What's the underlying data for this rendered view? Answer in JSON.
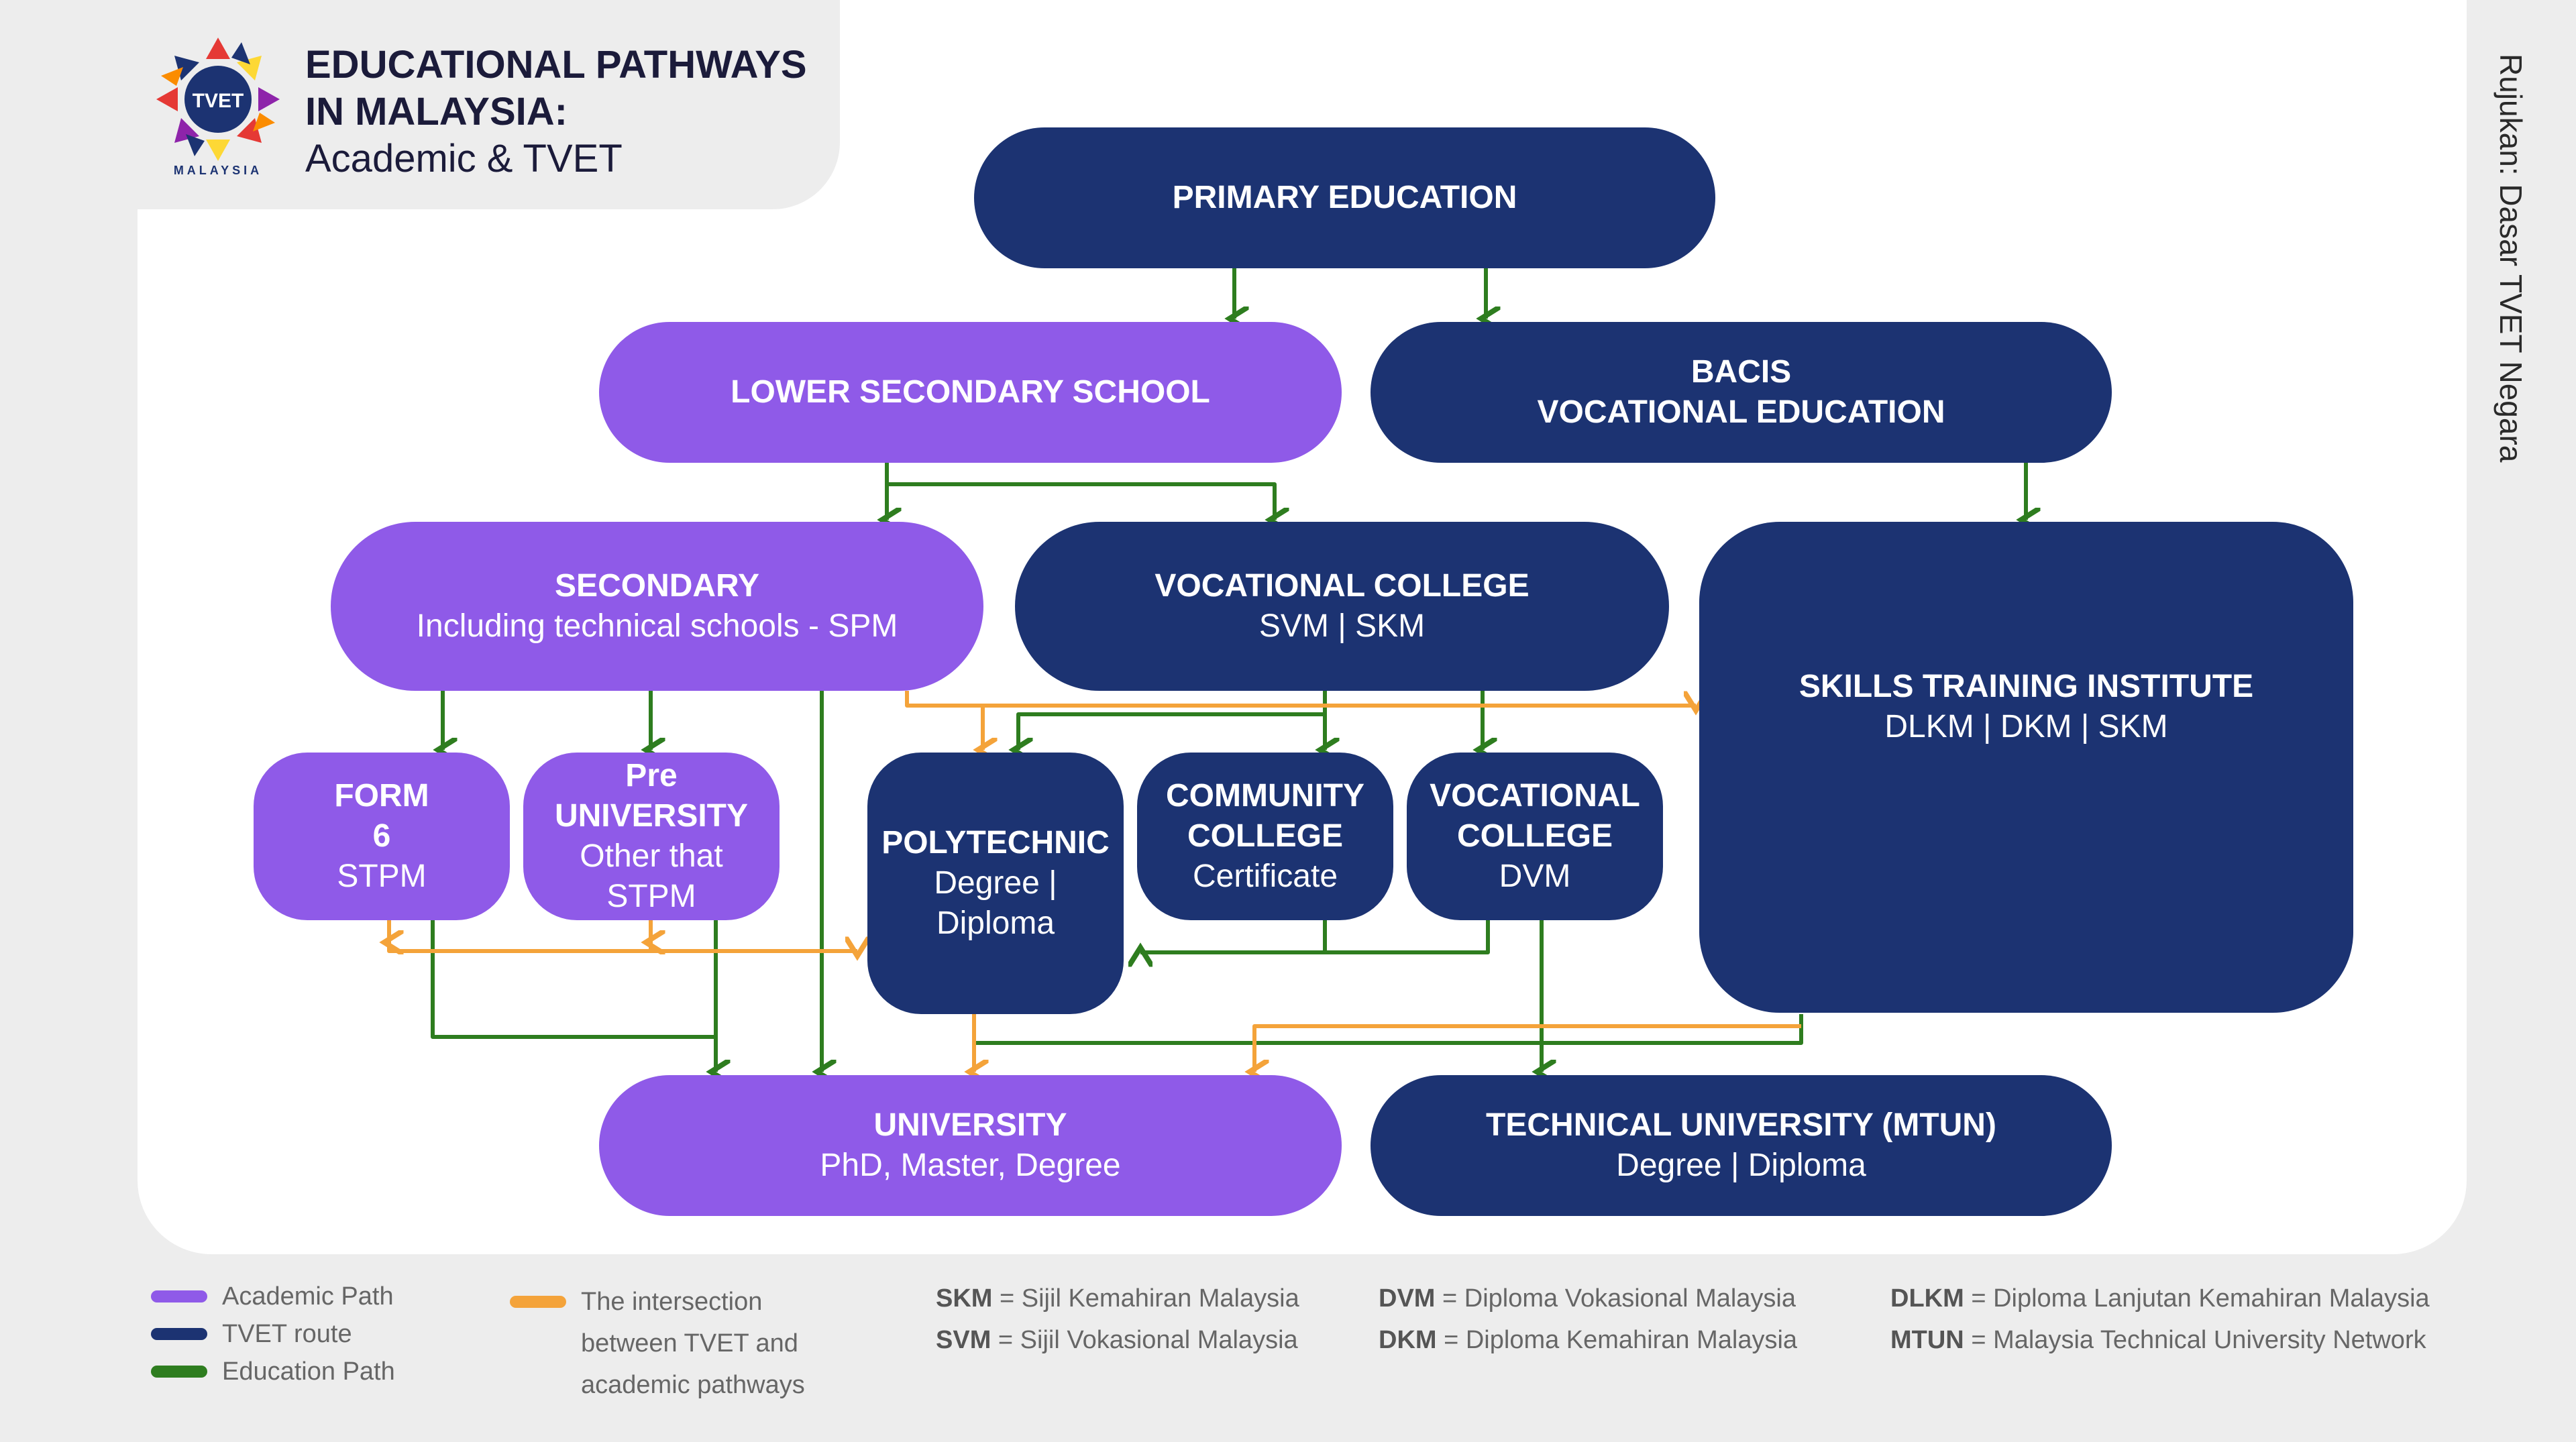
{
  "header": {
    "title_line1": "EDUCATIONAL PATHWAYS",
    "title_line2": "IN MALAYSIA:",
    "subtitle": "Academic & TVET",
    "logo_text": "TVET",
    "logo_caption": "MALAYSIA"
  },
  "reference": "Rujukan: Dasar TVET Negara",
  "nodes": {
    "primary": {
      "title": "PRIMARY EDUCATION"
    },
    "lower_secondary": {
      "title": "LOWER SECONDARY SCHOOL"
    },
    "basic_vocational": {
      "title_line1": "BACIS",
      "title_line2": "VOCATIONAL EDUCATION"
    },
    "secondary": {
      "title": "SECONDARY",
      "sub": "Including technical schools - SPM"
    },
    "vocational_college_top": {
      "title": "VOCATIONAL COLLEGE",
      "sub": "SVM | SKM"
    },
    "skills_institute": {
      "title": "SKILLS TRAINING INSTITUTE",
      "sub": "DLKM | DKM | SKM"
    },
    "form6": {
      "title_line1": "FORM",
      "title_line2": "6",
      "sub": "STPM"
    },
    "pre_university": {
      "title_line1": "Pre",
      "title_line2": "UNIVERSITY",
      "sub_line1": "Other that",
      "sub_line2": "STPM"
    },
    "polytechnic": {
      "title": "POLYTECHNIC",
      "sub_line1": "Degree |",
      "sub_line2": "Diploma"
    },
    "community_college": {
      "title_line1": "COMMUNITY",
      "title_line2": "COLLEGE",
      "sub": "Certificate"
    },
    "vocational_college_dvm": {
      "title_line1": "VOCATIONAL",
      "title_line2": "COLLEGE",
      "sub": "DVM"
    },
    "university": {
      "title": "UNIVERSITY",
      "sub": "PhD, Master, Degree"
    },
    "technical_university": {
      "title": "TECHNICAL UNIVERSITY (MTUN)",
      "sub": "Degree | Diploma"
    }
  },
  "legend": {
    "academic": "Academic Path",
    "tvet": "TVET route",
    "education": "Education Path",
    "intersection_line1": "The intersection",
    "intersection_line2": "between TVET and",
    "intersection_line3": "academic pathways"
  },
  "abbreviations": [
    {
      "key": "SKM",
      "value": "= Sijil Kemahiran Malaysia"
    },
    {
      "key": "SVM",
      "value": "= Sijil Vokasional Malaysia"
    },
    {
      "key": "DVM",
      "value": "= Diploma Vokasional Malaysia"
    },
    {
      "key": "DKM",
      "value": "= Diploma Kemahiran Malaysia"
    },
    {
      "key": "DLKM",
      "value": "= Diploma Lanjutan Kemahiran Malaysia"
    },
    {
      "key": "MTUN",
      "value": "= Malaysia Technical University Network"
    }
  ],
  "colors": {
    "academic": "#8f5ae8",
    "tvet": "#1c3372",
    "education_path": "#2e7d1f",
    "intersection": "#f4a33a"
  }
}
